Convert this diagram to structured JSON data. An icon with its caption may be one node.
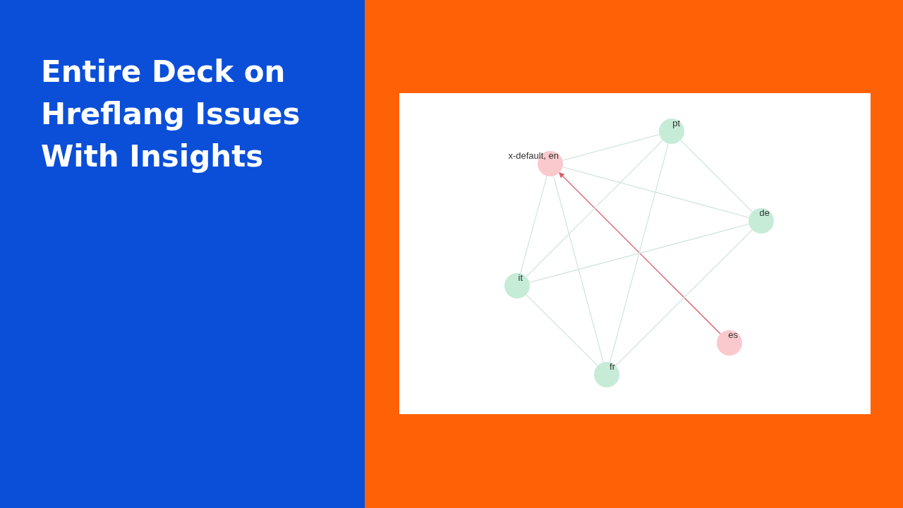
{
  "diagram": {
    "title": "Entire Deck on Hreflang Issues With Insights",
    "nodes": [
      {
        "text": [
          "pt"
        ]
      },
      {
        "text": [
          "x-default, en"
        ]
      },
      {
        "text": [
          "de"
        ]
      },
      {
        "text": [
          "it"
        ]
      },
      {
        "text": [
          "es"
        ]
      },
      {
        "text": [
          "fr"
        ]
      }
    ],
    "edges": [
      {
        "from": 1,
        "to": 0,
        "arrow": "none"
      },
      {
        "from": 1,
        "to": 2,
        "arrow": "none"
      },
      {
        "from": 1,
        "to": 3,
        "arrow": "none"
      },
      {
        "from": 1,
        "to": 5,
        "arrow": "none"
      },
      {
        "from": 4,
        "to": 1,
        "arrow": "to",
        "color": "#d9606a"
      },
      {
        "from": 0,
        "to": 2,
        "arrow": "none"
      },
      {
        "from": 0,
        "to": 3,
        "arrow": "none"
      },
      {
        "from": 0,
        "to": 5,
        "arrow": "none"
      },
      {
        "from": 2,
        "to": 3,
        "arrow": "none"
      },
      {
        "from": 2,
        "to": 5,
        "arrow": "none"
      },
      {
        "from": 3,
        "to": 5,
        "arrow": "none"
      }
    ]
  }
}
